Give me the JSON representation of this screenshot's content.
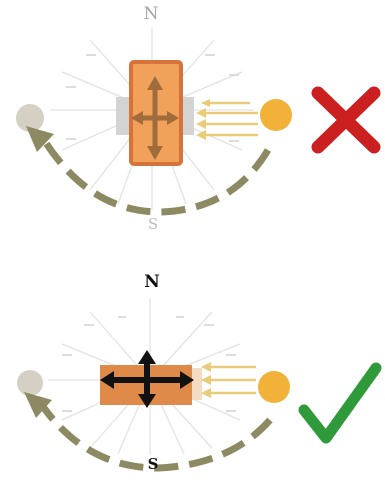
{
  "panels": [
    {
      "name": "incorrect",
      "north_label": "N",
      "south_label": "S",
      "panel_orientation": "vertical",
      "verdict_icon": "cross-icon",
      "verdict_color": "#cc1f1f",
      "panel_color": "#f2a15a",
      "panel_border_color": "#d5733a",
      "arrow_color": "#a06c3c",
      "label_color": "#a3a3a3"
    },
    {
      "name": "correct",
      "north_label": "N",
      "south_label": "S",
      "panel_orientation": "horizontal",
      "verdict_icon": "check-icon",
      "verdict_color": "#2e9a3a",
      "panel_color": "#e08a4a",
      "arrow_color": "#111111",
      "label_color": "#111111"
    }
  ],
  "colors": {
    "sun": "#f2b23a",
    "path_dashes": "#8d8a63",
    "sun_rays": "#e8cc7a",
    "compass_rays": "#e0e0e0",
    "sunset_disc": "#d6d0c4"
  }
}
